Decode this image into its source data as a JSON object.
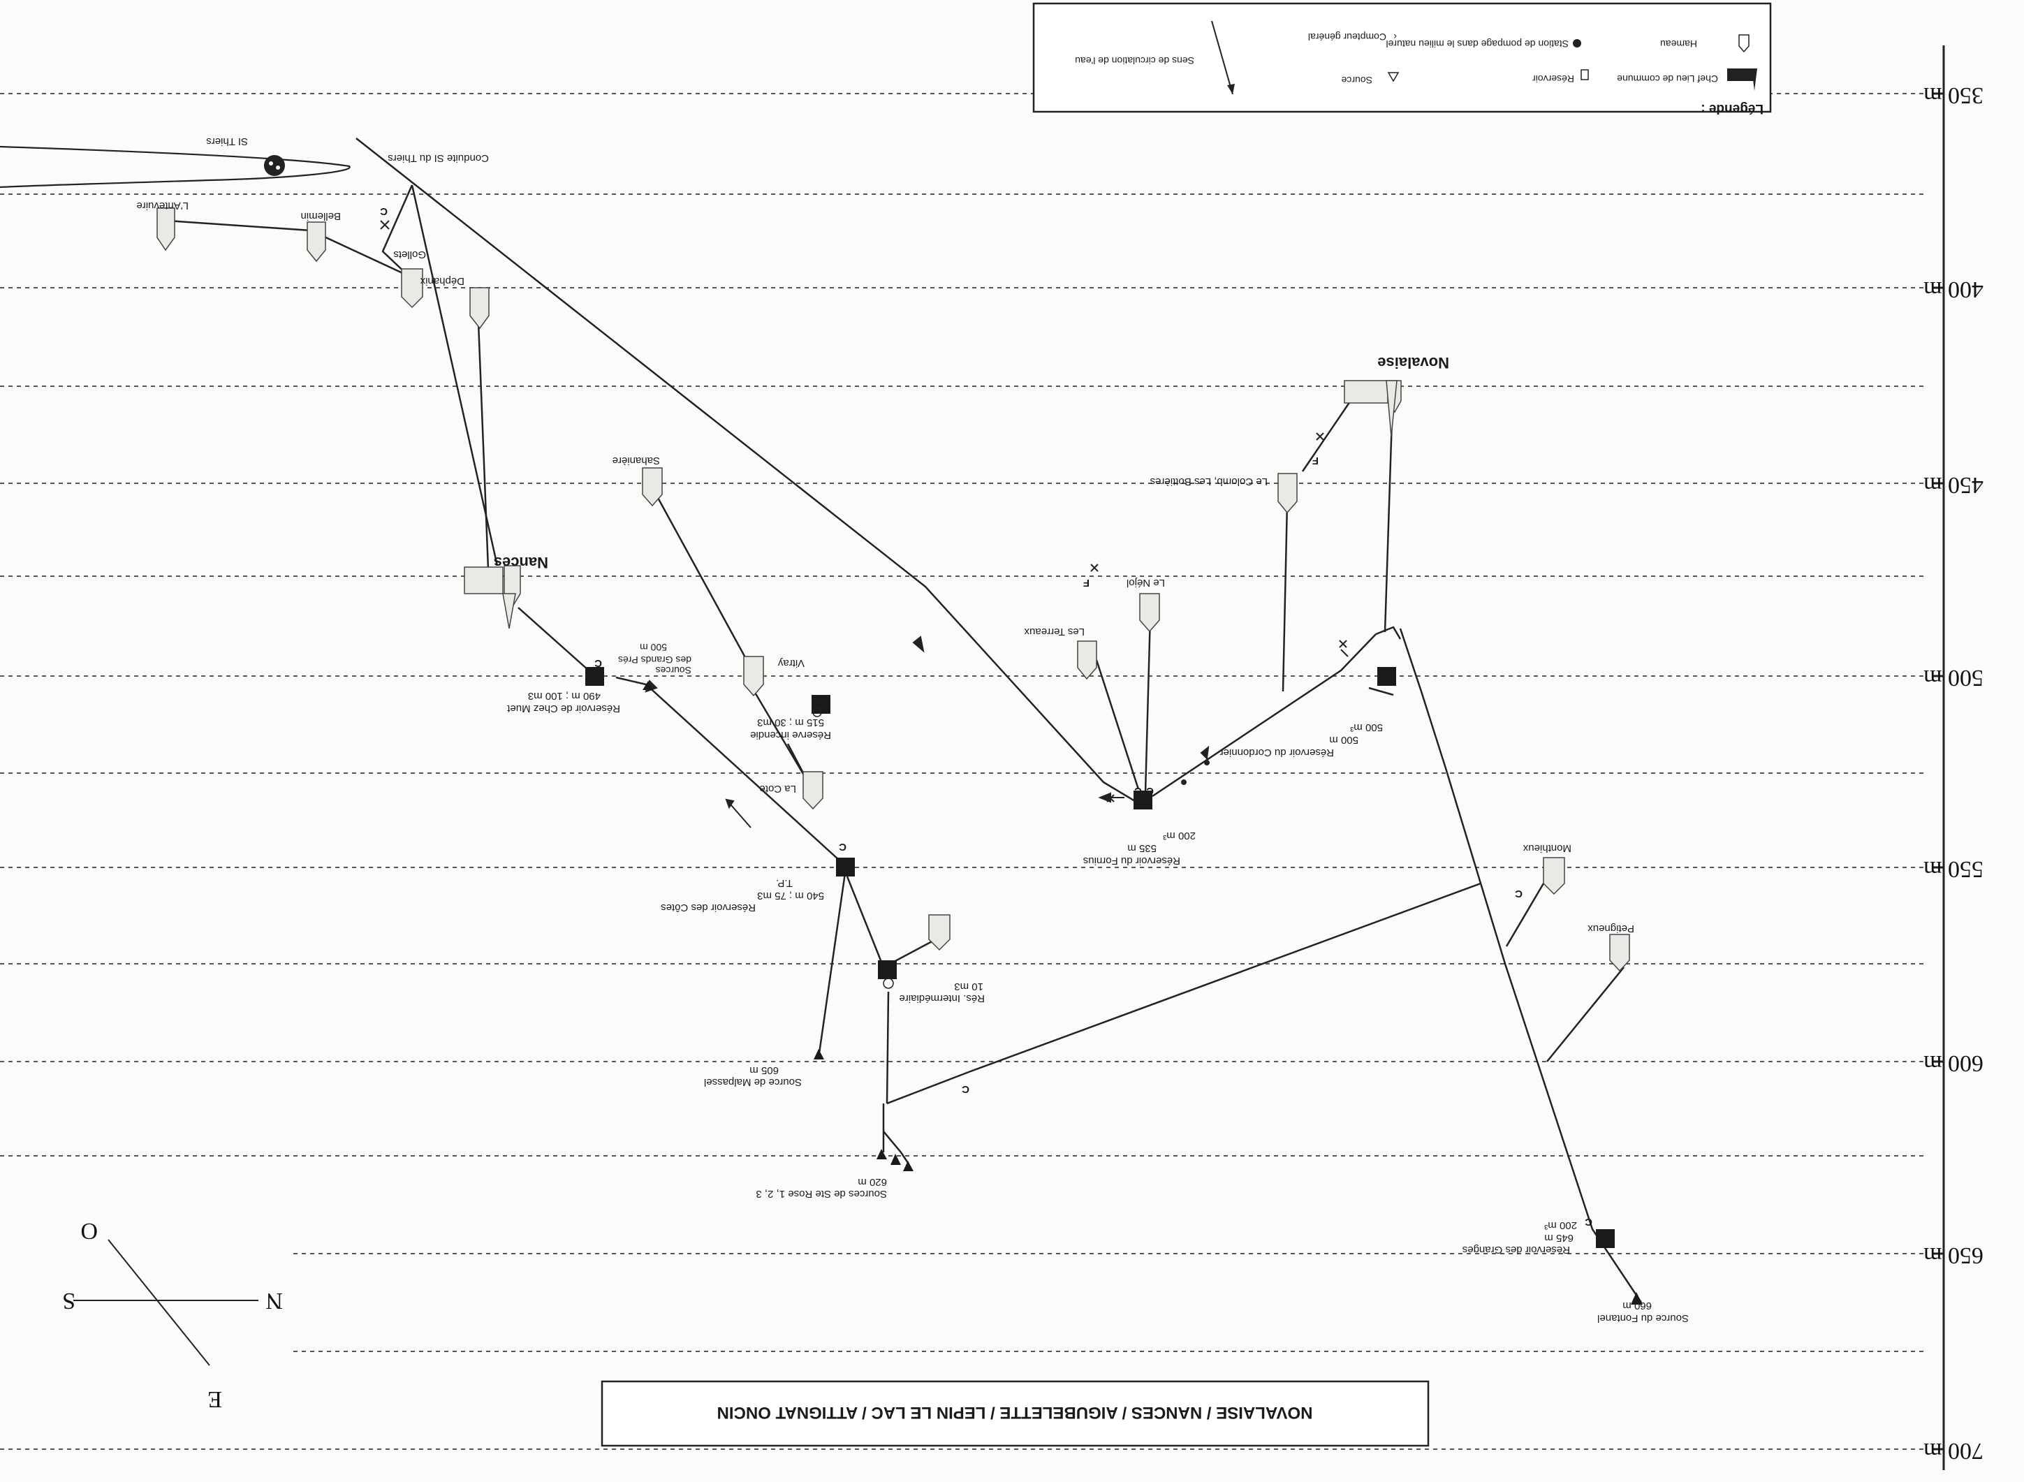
{
  "title": "NOVALAISE / NANCES / AIGUBELETTE / LEPIN LE LAC / ATTIGNAT ONCIN",
  "axis": {
    "labels": [
      "350 m",
      "400 m",
      "450 m",
      "500 m",
      "550 m",
      "600 m",
      "650 m",
      "700 m"
    ]
  },
  "legend": {
    "heading": "Légende :",
    "items": {
      "commune": "Chef Lieu de commune",
      "hameau": "Hameau",
      "reservoir": "Réservoir",
      "station": "Station de pompage dans le milieu naturel",
      "source": "Source",
      "compteur": "Compteur général",
      "flow": "Sens de circulation de l'eau"
    }
  },
  "compass": {
    "n": "N",
    "s": "S",
    "e": "E",
    "o": "O"
  },
  "places": {
    "novalaise": "Novalaise",
    "nances": "Nances",
    "si_thiers": "SI Thiers",
    "conduite": "Conduite SI du Thiers",
    "lanteuvaire": "L'Antevuire",
    "bellemin": "Bellemin",
    "gollets": "Gollets",
    "dephanix": "Déphanix",
    "sahaniere": "Sahanière",
    "vitray": "Vitray",
    "la_cote": "La Cote",
    "le_nejol": "Le Néjol",
    "les_terreaux": "Les Terreaux",
    "colomb": "Le Colomb, Les Bottières",
    "monthieux": "Monthieux",
    "petigneux": "Petigneux"
  },
  "works": {
    "chez_muet": [
      "Réservoir de Chez Muet",
      "490 m ; 100 m3"
    ],
    "grands_pres": [
      "Sources",
      "des Grands Prés",
      "500 m"
    ],
    "incendie": [
      "Réserve incendie",
      "515 m ; 30 m3"
    ],
    "cotes": [
      "Réservoir des Côtes",
      "540 m ; 75 m3",
      "T.P."
    ],
    "intermediaire": [
      "Rés. Intermédiaire",
      "10 m3"
    ],
    "malpassel": [
      "Source de Malpassel",
      "605 m"
    ],
    "ste_rose": [
      "Sources de Ste Rose 1, 2, 3",
      "620 m"
    ],
    "fornius": [
      "Réservoir du Fornius",
      "535 m",
      "200 m³"
    ],
    "cordonnier": [
      "Réservoir du Cordonnier",
      "500 m",
      "500 m³"
    ],
    "granges": [
      "Réservoir des Granges",
      "645 m",
      "200 m³"
    ],
    "fontanel": [
      "Source du Fontanel",
      "660 m"
    ]
  },
  "marks": {
    "c": "C",
    "f": "F"
  }
}
